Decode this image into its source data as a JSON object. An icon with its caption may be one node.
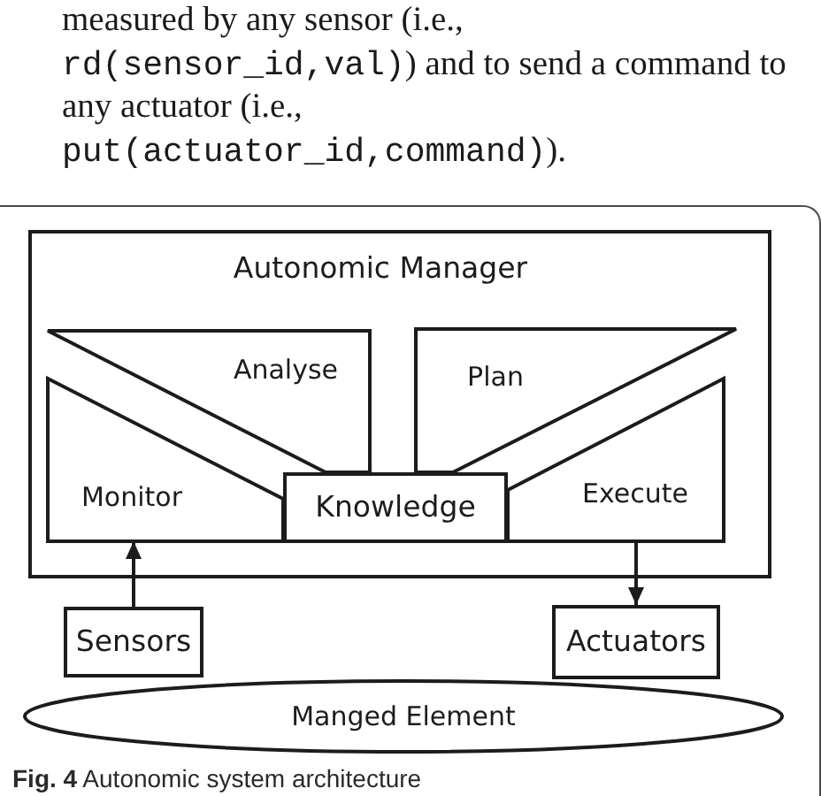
{
  "diagram": {
    "caption": "**Fig. 4** Autonomic system architecture",
    "nodes": [
      {
        "text": [
          "Autonomic Manager"
        ]
      },
      {
        "text": [
          "Analyse"
        ],
        "in": 0
      },
      {
        "text": [
          "Plan"
        ],
        "in": 0
      },
      {
        "text": [
          "Monitor"
        ],
        "in": 0
      },
      {
        "text": [
          "Knowledge"
        ],
        "in": 0
      },
      {
        "text": [
          "Execute"
        ],
        "in": 0
      },
      {
        "text": [
          "Sensors"
        ]
      },
      {
        "text": [
          "Actuators"
        ]
      },
      {
        "text": [
          "Manged Element"
        ]
      }
    ],
    "edges": [
      {
        "from": 6,
        "to": 3,
        "arrow": "to"
      },
      {
        "from": 5,
        "to": 7,
        "arrow": "to"
      }
    ],
    "labels": [
      "measured by any sensor (i.e.,",
      "rd(sensor_id,val)",
      ") and to send a command to",
      "any actuator (i.e.,",
      "put(actuator_id,command)",
      ")."
    ]
  }
}
